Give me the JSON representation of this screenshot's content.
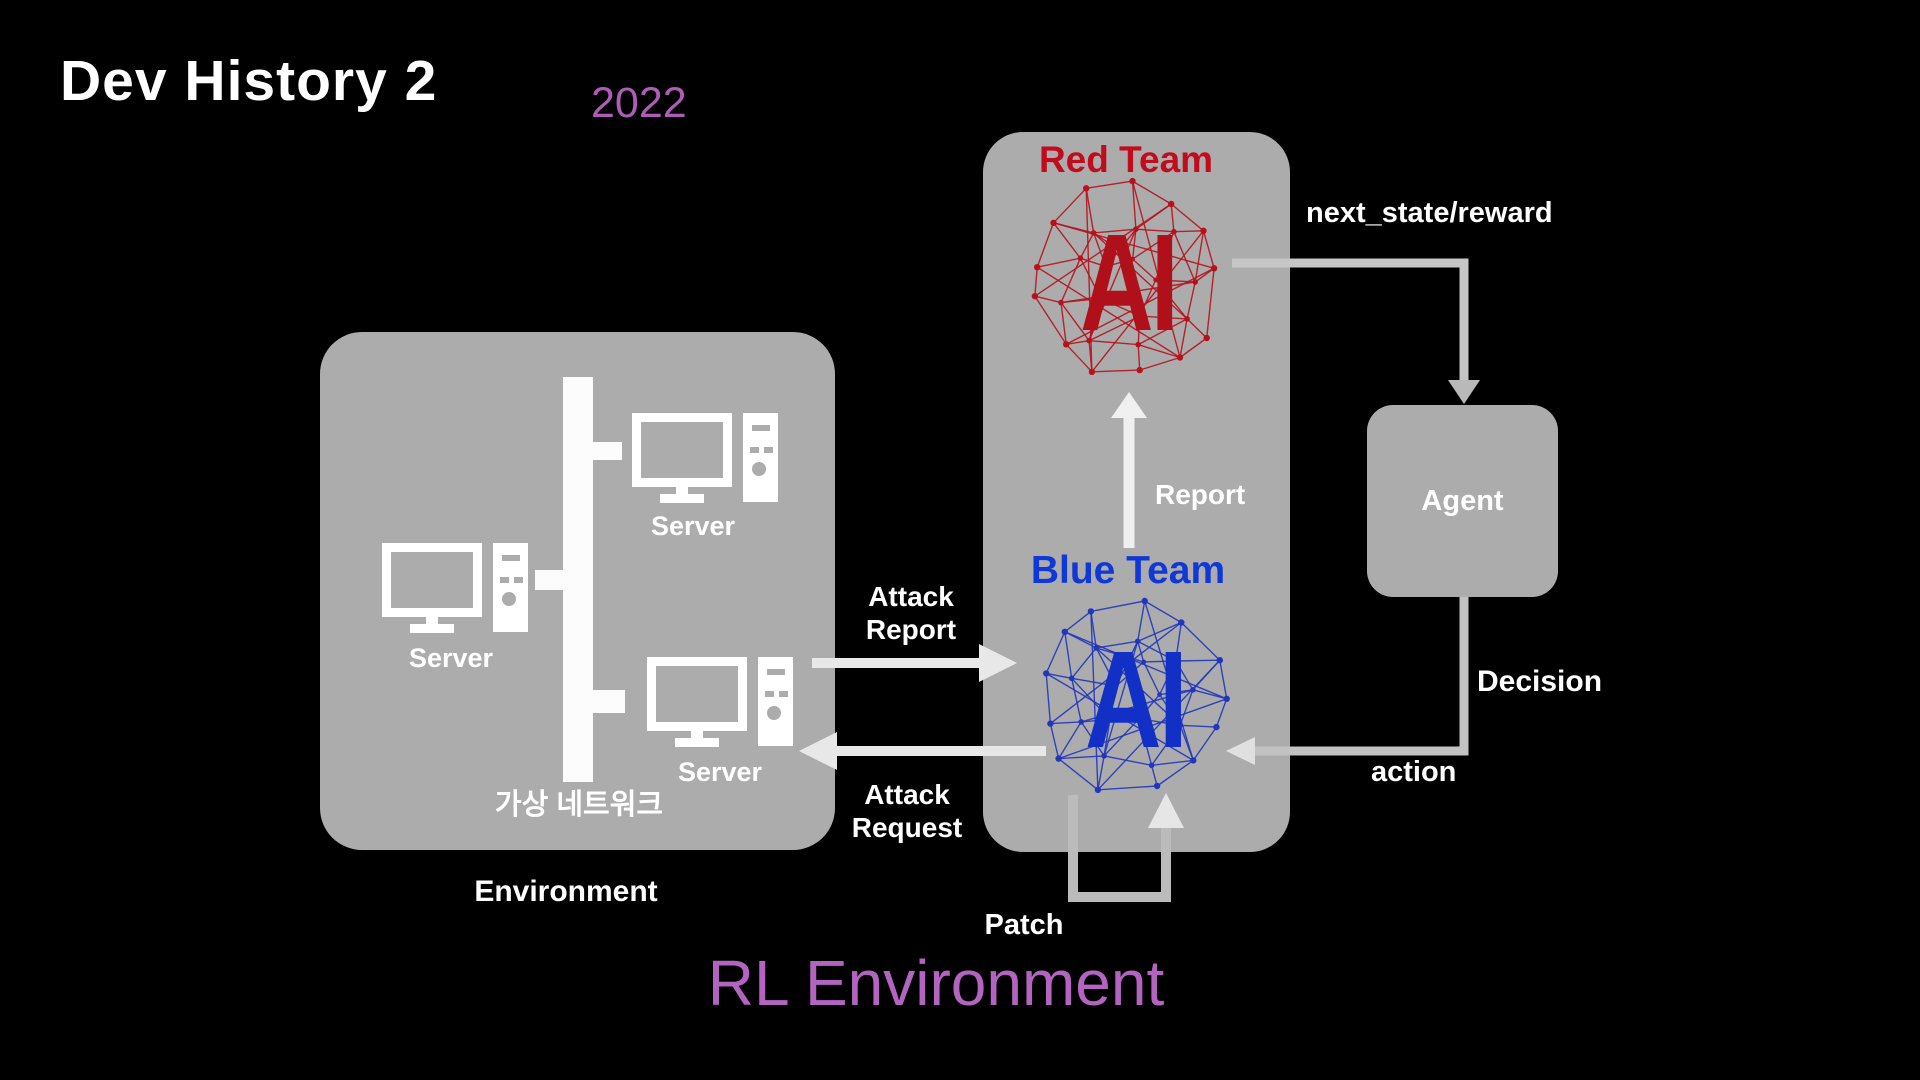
{
  "slide": {
    "title": "Dev History 2",
    "year": "2022",
    "caption": "RL Environment"
  },
  "environment": {
    "label": "Environment",
    "network_label": "가상 네트워크",
    "servers": [
      {
        "label": "Server"
      },
      {
        "label": "Server"
      },
      {
        "label": "Server"
      }
    ]
  },
  "rl_box": {
    "red_team": {
      "label": "Red Team",
      "ai": "AI"
    },
    "blue_team": {
      "label": "Blue Team",
      "ai": "AI"
    }
  },
  "agent": {
    "label": "Agent"
  },
  "flows": {
    "report": "Report",
    "next_state": "next_state/reward",
    "decision": "Decision",
    "action": "action",
    "patch": "Patch",
    "attack_report": {
      "line1": "Attack",
      "line2": "Report"
    },
    "attack_request": {
      "line1": "Attack",
      "line2": "Request"
    }
  },
  "colors": {
    "background": "#000000",
    "box_gray": "#acacac",
    "red_team": "#c00d1d",
    "red_ai": "#b01019",
    "blue_team": "#1038d6",
    "blue_ai": "#1230c6",
    "purple_caption": "#b364c1",
    "year_purple": "#ae5cb7"
  }
}
